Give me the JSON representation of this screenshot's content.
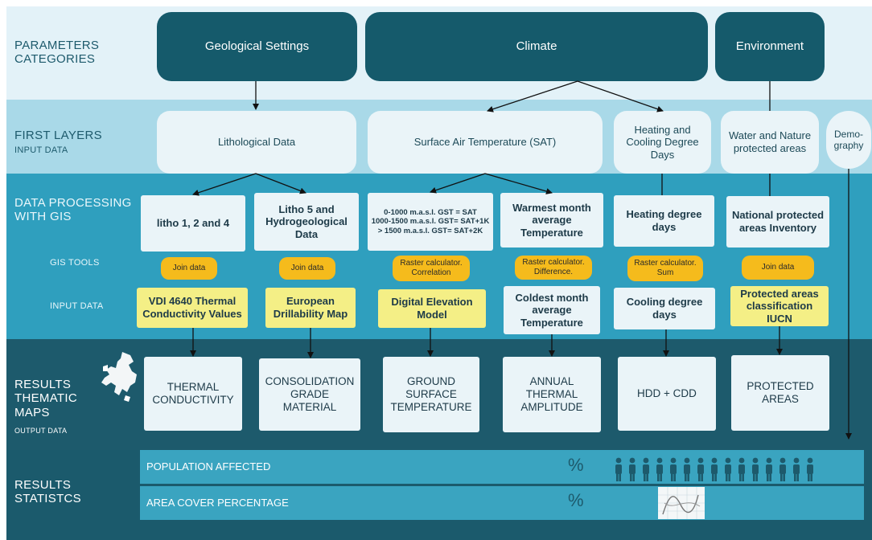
{
  "rows": {
    "parameters": "PARAMETERS\nCATEGORIES",
    "first_layers": "FIRST LAYERS",
    "first_layers_sub": "INPUT DATA",
    "data_processing": "DATA PROCESSING\nWITH GIS",
    "gis_tools": "GIS TOOLS",
    "input_data": "INPUT DATA",
    "results_maps": "RESULTS\nTHEMATIC\nMAPS",
    "output_data": "OUTPUT DATA",
    "results_stats": "RESULTS\nSTATISTCS"
  },
  "categories": [
    "Geological Settings",
    "Climate",
    "Environment"
  ],
  "first_layers": [
    "Lithological Data",
    "Surface Air Temperature (SAT)",
    "Heating and Cooling Degree Days",
    "Water and Nature protected areas",
    "Demo-graphy"
  ],
  "processing": [
    "litho 1, 2 and 4",
    "Litho 5 and Hydrogeological Data",
    "0-1000 m.a.s.l. GST = SAT\n1000-1500 m.a.s.l. GST= SAT+1K\n> 1500 m.a.s.l. GST= SAT+2K",
    "Warmest month average Temperature",
    "Heating  degree days",
    "National protected areas Inventory"
  ],
  "tools": [
    "Join data",
    "Join data",
    "Raster calculator. Correlation",
    "Raster calculator. Difference.",
    "Raster calculator. Sum",
    "Join data"
  ],
  "inputs": [
    "VDI 4640 Thermal Conductivity  Values",
    "European Drillability Map",
    "Digital Elevation Model",
    "Coldest month average Temperature",
    "Cooling  degree days",
    "Protected areas classification IUCN"
  ],
  "results": [
    "THERMAL CONDUCTIVITY",
    "CONSOLIDATION GRADE MATERIAL",
    "GROUND SURFACE TEMPERATURE",
    "ANNUAL THERMAL AMPLITUDE",
    "HDD + CDD",
    "PROTECTED AREAS"
  ],
  "stats": {
    "population": "POPULATION AFFECTED",
    "area": "AREA COVER PERCENTAGE",
    "percent": "%"
  },
  "icons": [
    "europe-map-icon",
    "people-icon",
    "chart-icon"
  ]
}
